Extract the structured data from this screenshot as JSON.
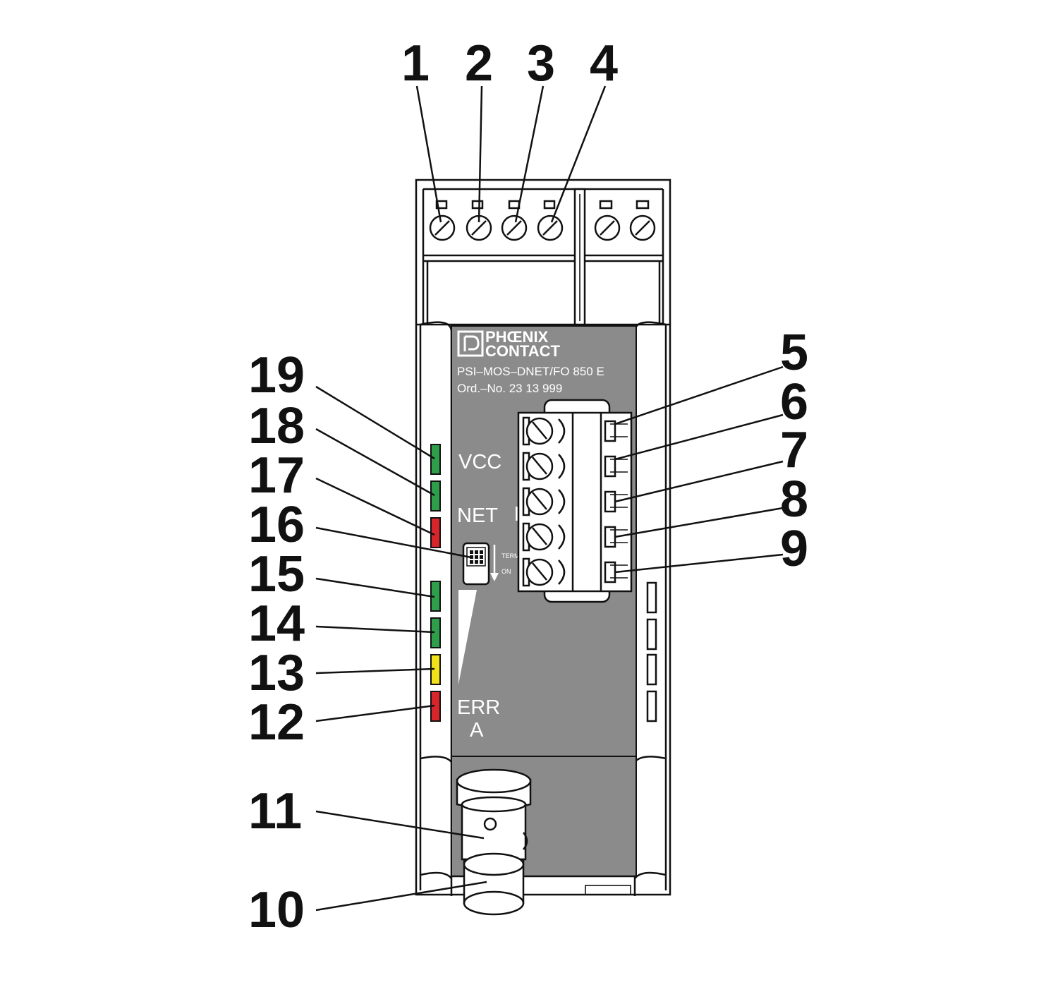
{
  "brand": {
    "logo_line1": "PHŒNIX",
    "logo_line2": "CONTACT"
  },
  "device": {
    "model": "PSI–MOS–DNET/FO 850 E",
    "order_no": "Ord.–No.  23  13  999"
  },
  "panel_labels": {
    "vcc": "VCC",
    "net": "NET",
    "err": "ERR",
    "a": "A",
    "term": "TERM",
    "on": "ON"
  },
  "callouts": [
    "1",
    "2",
    "3",
    "4",
    "5",
    "6",
    "7",
    "8",
    "9",
    "10",
    "11",
    "12",
    "13",
    "14",
    "15",
    "16",
    "17",
    "18",
    "19"
  ],
  "colors": {
    "panel_gray": "#8a8b8a",
    "led_green": "#2e9e4a",
    "led_red": "#d6262b",
    "led_yellow": "#f2e21a",
    "outline": "#111111"
  },
  "leds": [
    {
      "id": "19",
      "color": "green"
    },
    {
      "id": "18",
      "color": "green"
    },
    {
      "id": "17",
      "color": "red"
    },
    {
      "id": "15",
      "color": "green"
    },
    {
      "id": "14",
      "color": "green"
    },
    {
      "id": "13",
      "color": "yellow"
    },
    {
      "id": "12",
      "color": "red"
    }
  ]
}
